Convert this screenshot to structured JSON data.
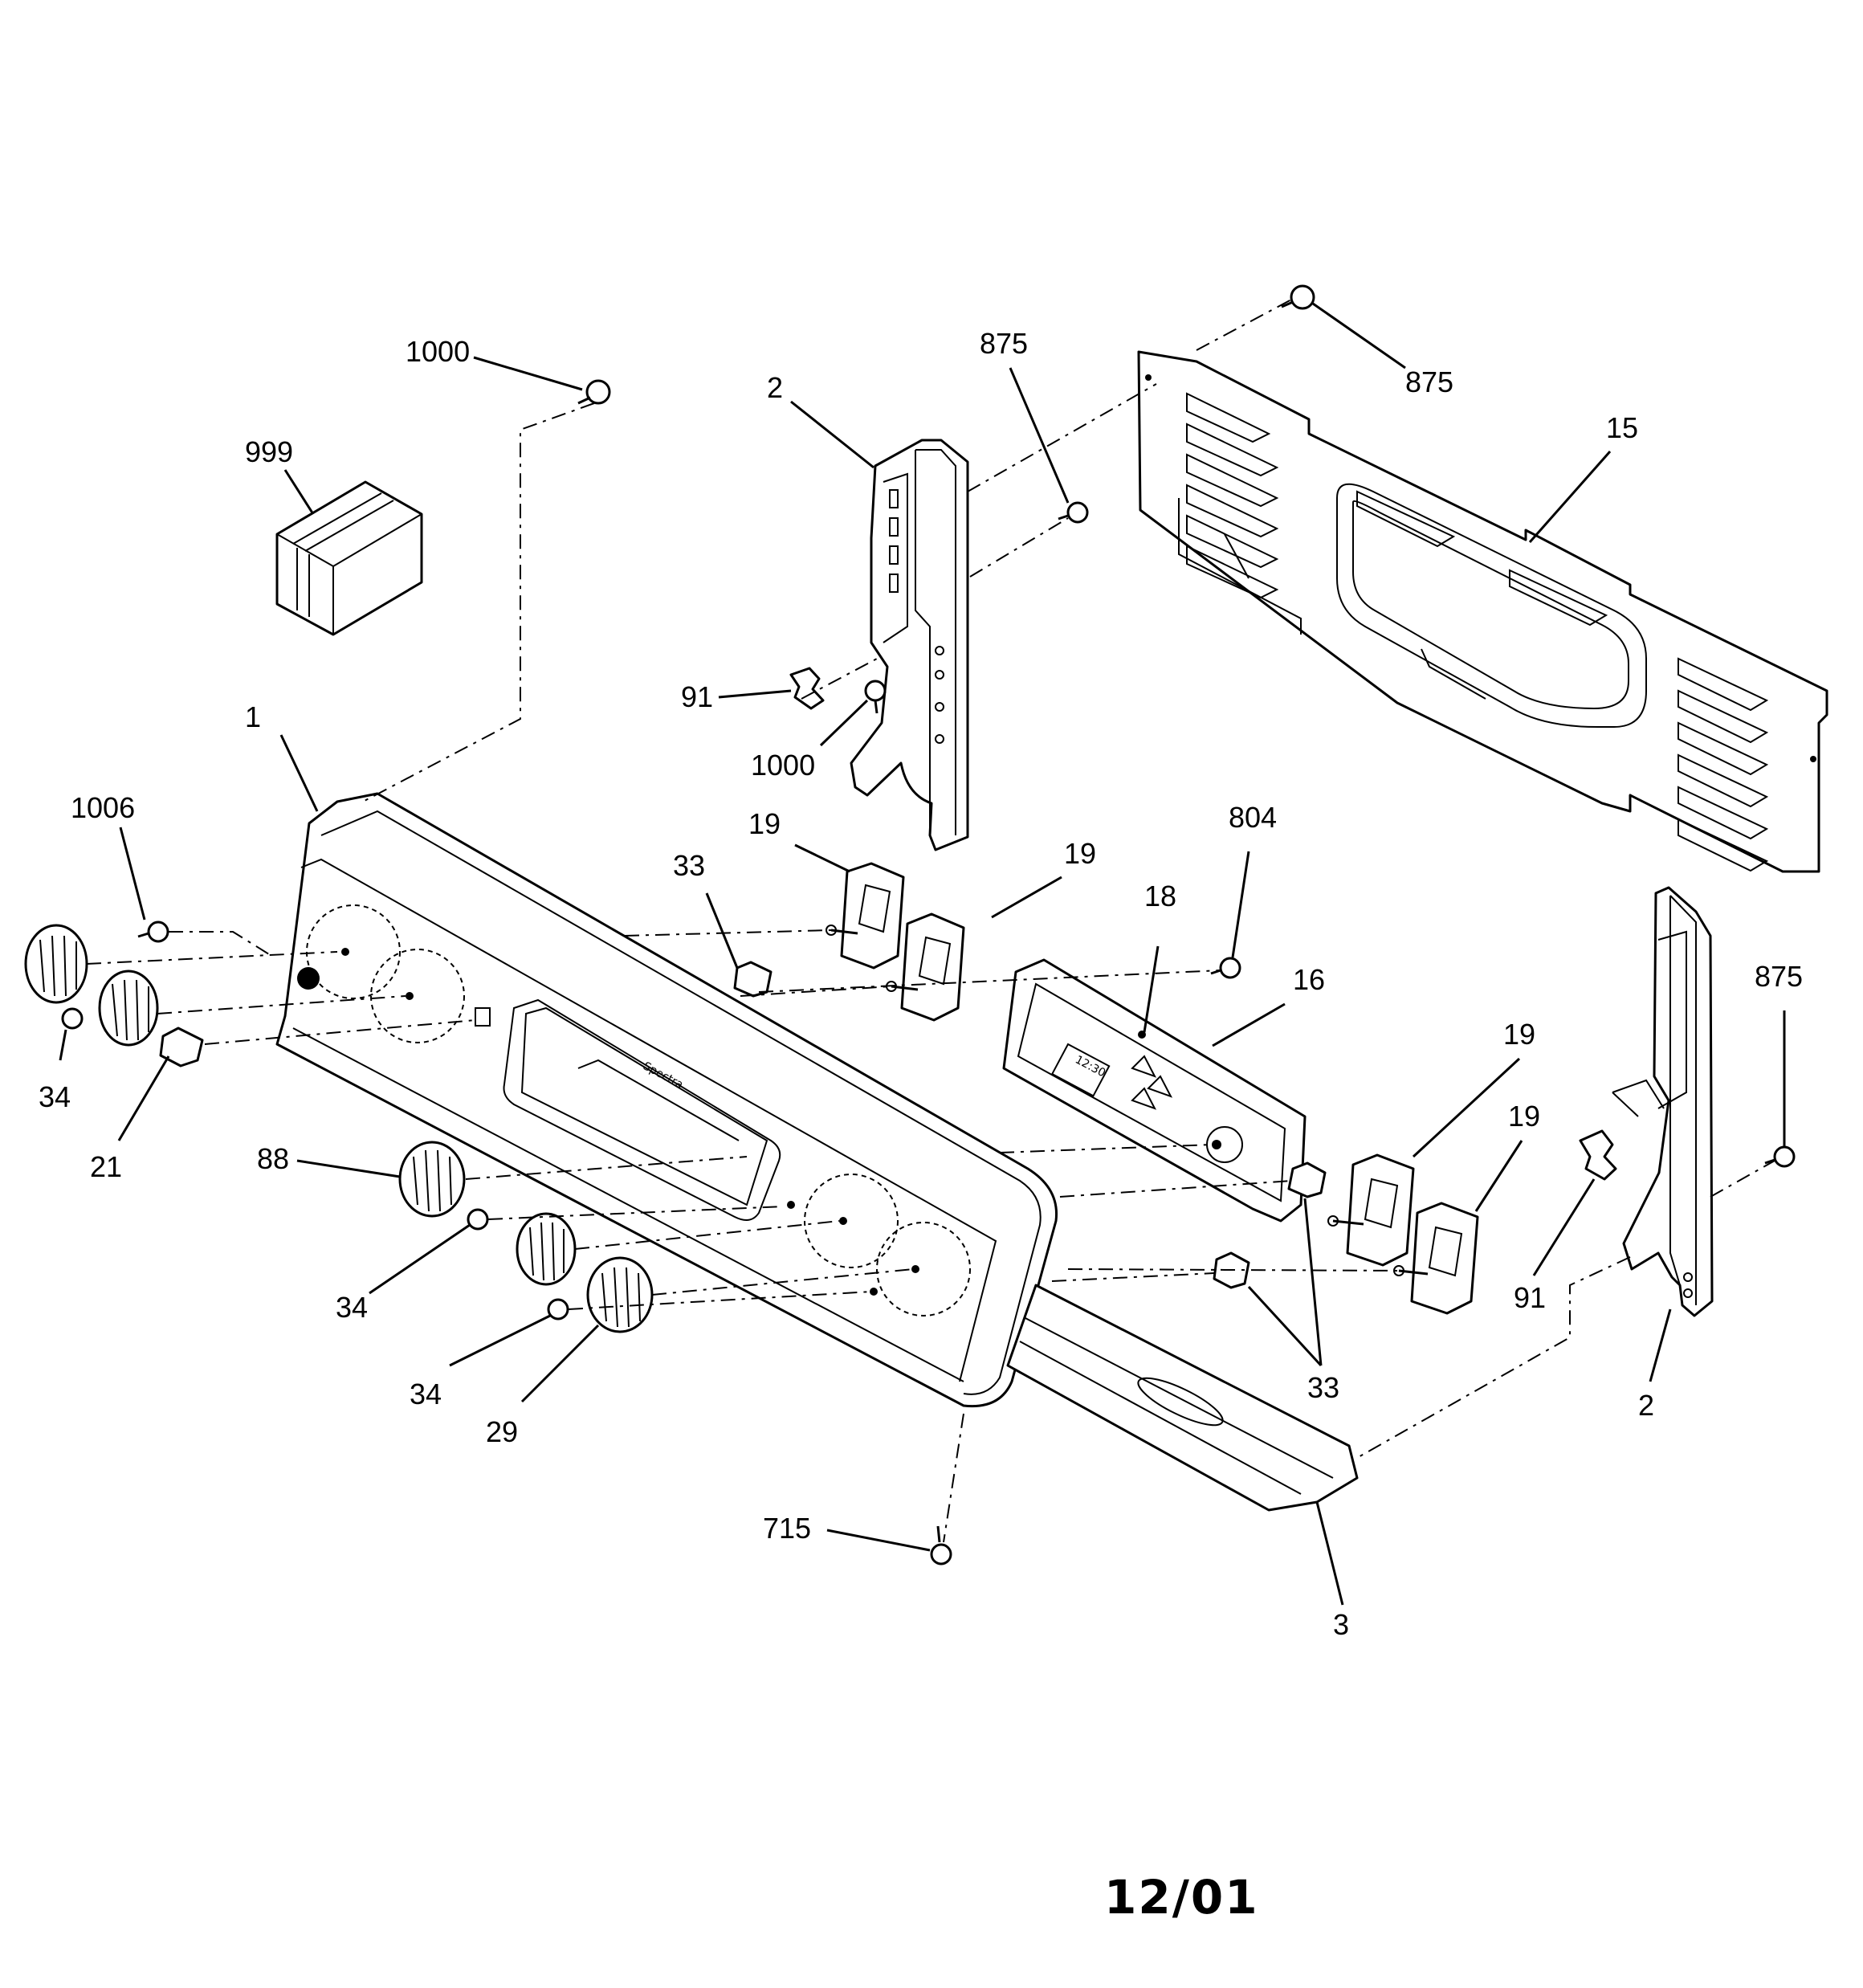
{
  "diagram": {
    "revision": "12/01",
    "panel_brand": "Spectra",
    "clock_display": "12:30",
    "callouts": [
      {
        "id": "c1000a",
        "text": "1000"
      },
      {
        "id": "c999",
        "text": "999"
      },
      {
        "id": "c1",
        "text": "1"
      },
      {
        "id": "c1006",
        "text": "1006"
      },
      {
        "id": "c34a",
        "text": "34"
      },
      {
        "id": "c21",
        "text": "21"
      },
      {
        "id": "c88",
        "text": "88"
      },
      {
        "id": "c34b",
        "text": "34"
      },
      {
        "id": "c34c",
        "text": "34"
      },
      {
        "id": "c29",
        "text": "29"
      },
      {
        "id": "c715",
        "text": "715"
      },
      {
        "id": "c3",
        "text": "3"
      },
      {
        "id": "c2a",
        "text": "2"
      },
      {
        "id": "c875a",
        "text": "875"
      },
      {
        "id": "c91a",
        "text": "91"
      },
      {
        "id": "c1000b",
        "text": "1000"
      },
      {
        "id": "c875b",
        "text": "875"
      },
      {
        "id": "c15",
        "text": "15"
      },
      {
        "id": "c33a",
        "text": "33"
      },
      {
        "id": "c19a",
        "text": "19"
      },
      {
        "id": "c19b",
        "text": "19"
      },
      {
        "id": "c18",
        "text": "18"
      },
      {
        "id": "c804",
        "text": "804"
      },
      {
        "id": "c16",
        "text": "16"
      },
      {
        "id": "c19c",
        "text": "19"
      },
      {
        "id": "c19d",
        "text": "19"
      },
      {
        "id": "c33b",
        "text": "33"
      },
      {
        "id": "c875c",
        "text": "875"
      },
      {
        "id": "c91b",
        "text": "91"
      },
      {
        "id": "c2b",
        "text": "2"
      }
    ]
  }
}
